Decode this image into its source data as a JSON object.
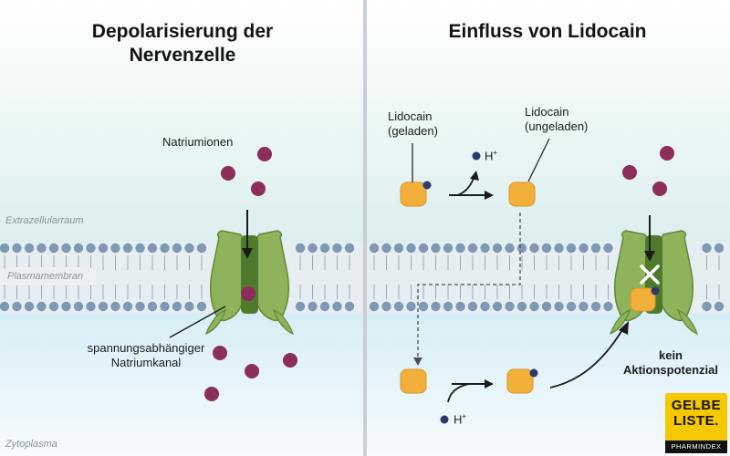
{
  "left_panel": {
    "title_line1": "Depolarisierung der",
    "title_line2": "Nervenzelle",
    "sodium_label": "Natriumionen",
    "channel_label_line1": "spannungsabhängiger",
    "channel_label_line2": "Natriumkanal"
  },
  "right_panel": {
    "title": "Einfluss von Lidocain",
    "lidocaine_charged_line1": "Lidocain",
    "lidocaine_charged_line2": "(geladen)",
    "lidocaine_uncharged_line1": "Lidocain",
    "lidocaine_uncharged_line2": "(ungeladen)",
    "proton_label": "H",
    "proton_superscript": "+",
    "result_line1": "kein",
    "result_line2": "Aktionspotenzial"
  },
  "zones": {
    "extracellular": "Extrazellularraum",
    "membrane": "Plasmamembran",
    "cytoplasm": "Zytoplasma"
  },
  "logo": {
    "line1": "GELBE",
    "line2": "LISTE.",
    "line3": "PHARMINDEX"
  },
  "colors": {
    "sodium_ion": "#8c2d5a",
    "lidocaine": "#f2b03a",
    "proton": "#2b3a6b",
    "channel": "#8eb35a",
    "channel_dark": "#4f7a2c",
    "membrane_head": "#7f98b5",
    "logo_yellow": "#f5c800"
  }
}
